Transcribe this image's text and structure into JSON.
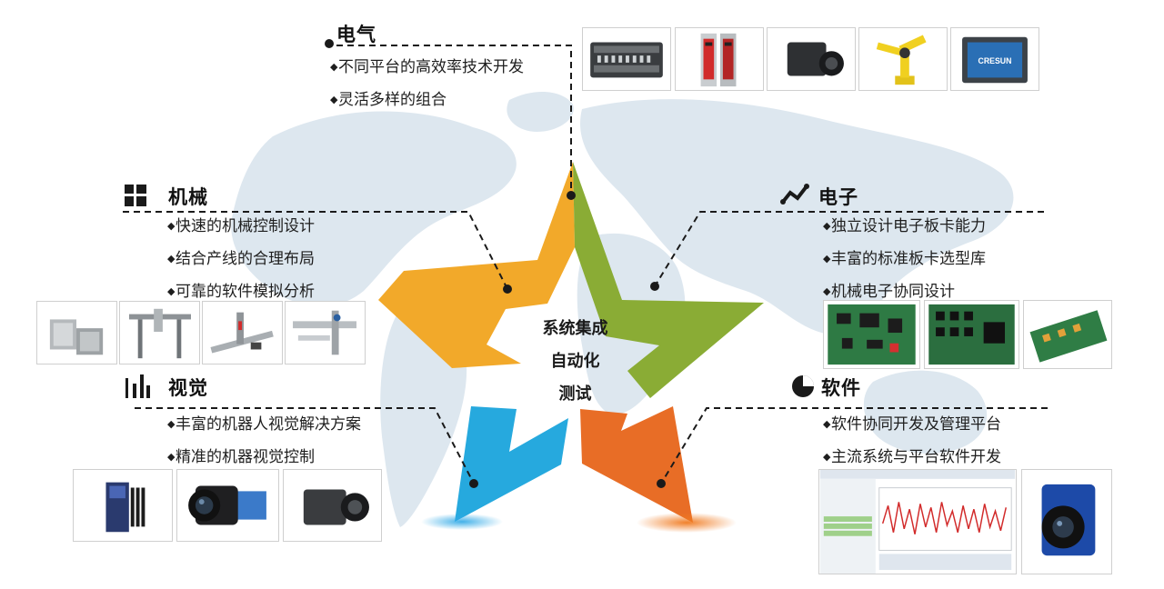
{
  "center": {
    "line1": "系统集成",
    "line2": "自动化",
    "line3": "测试"
  },
  "sections": {
    "electrical": {
      "title": "电气",
      "bullets": [
        "不同平台的高效率技术开发",
        "灵活多样的组合"
      ]
    },
    "mechanical": {
      "title": "机械",
      "bullets": [
        "快速的机械控制设计",
        "结合产线的合理布局",
        "可靠的软件模拟分析"
      ]
    },
    "electronics": {
      "title": "电子",
      "bullets": [
        "独立设计电子板卡能力",
        "丰富的标准板卡选型库",
        "机械电子协同设计"
      ]
    },
    "vision": {
      "title": "视觉",
      "bullets": [
        "丰富的机器人视觉解决方案",
        "精准的机器视觉控制"
      ]
    },
    "software": {
      "title": "软件",
      "bullets": [
        "软件协同开发及管理平台",
        "主流系统与平台软件开发"
      ]
    }
  },
  "logo_text": "CRESUN",
  "icons": {
    "mechanical": "grid-blocks-icon",
    "electronics": "trend-line-icon",
    "vision": "bar-chart-icon",
    "software": "pie-chart-icon"
  },
  "colors": {
    "star_top_left": "#f2a92a",
    "star_top_right": "#8aac35",
    "star_bottom_left": "#26a9de",
    "star_bottom_right": "#e86d26",
    "map": "#dde7ef"
  }
}
